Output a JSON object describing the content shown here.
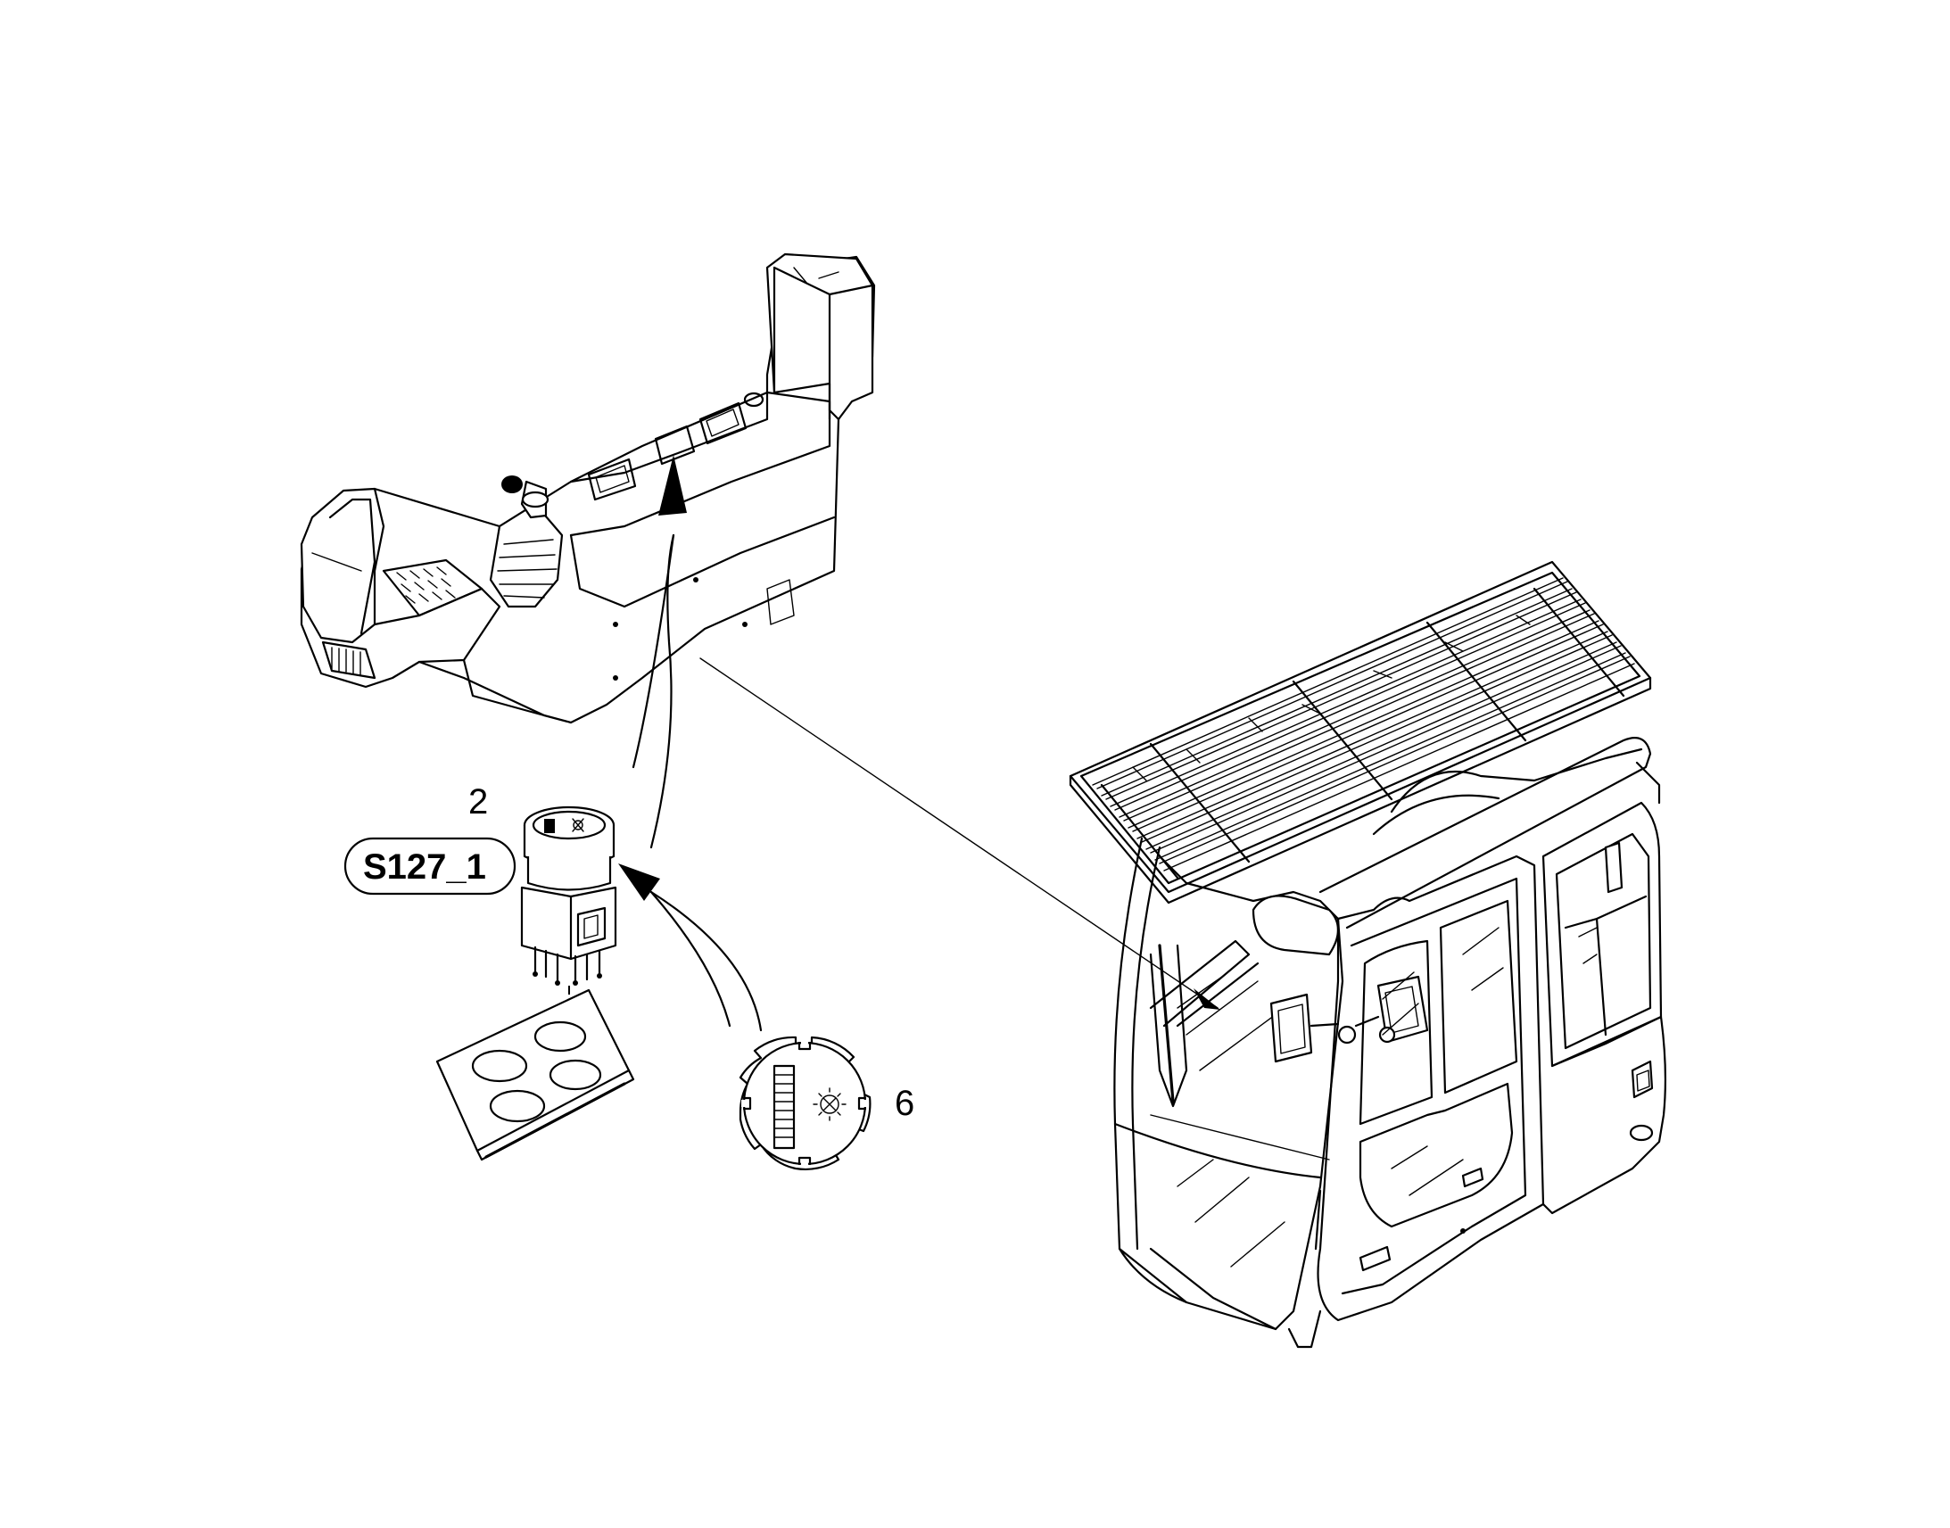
{
  "callouts": {
    "part_2": "2",
    "part_6": "6"
  },
  "labels": {
    "switch_id": "S127_1"
  },
  "icons": [
    "switch-symbol-icon",
    "work-light-icon",
    "step-ladder-icon"
  ]
}
